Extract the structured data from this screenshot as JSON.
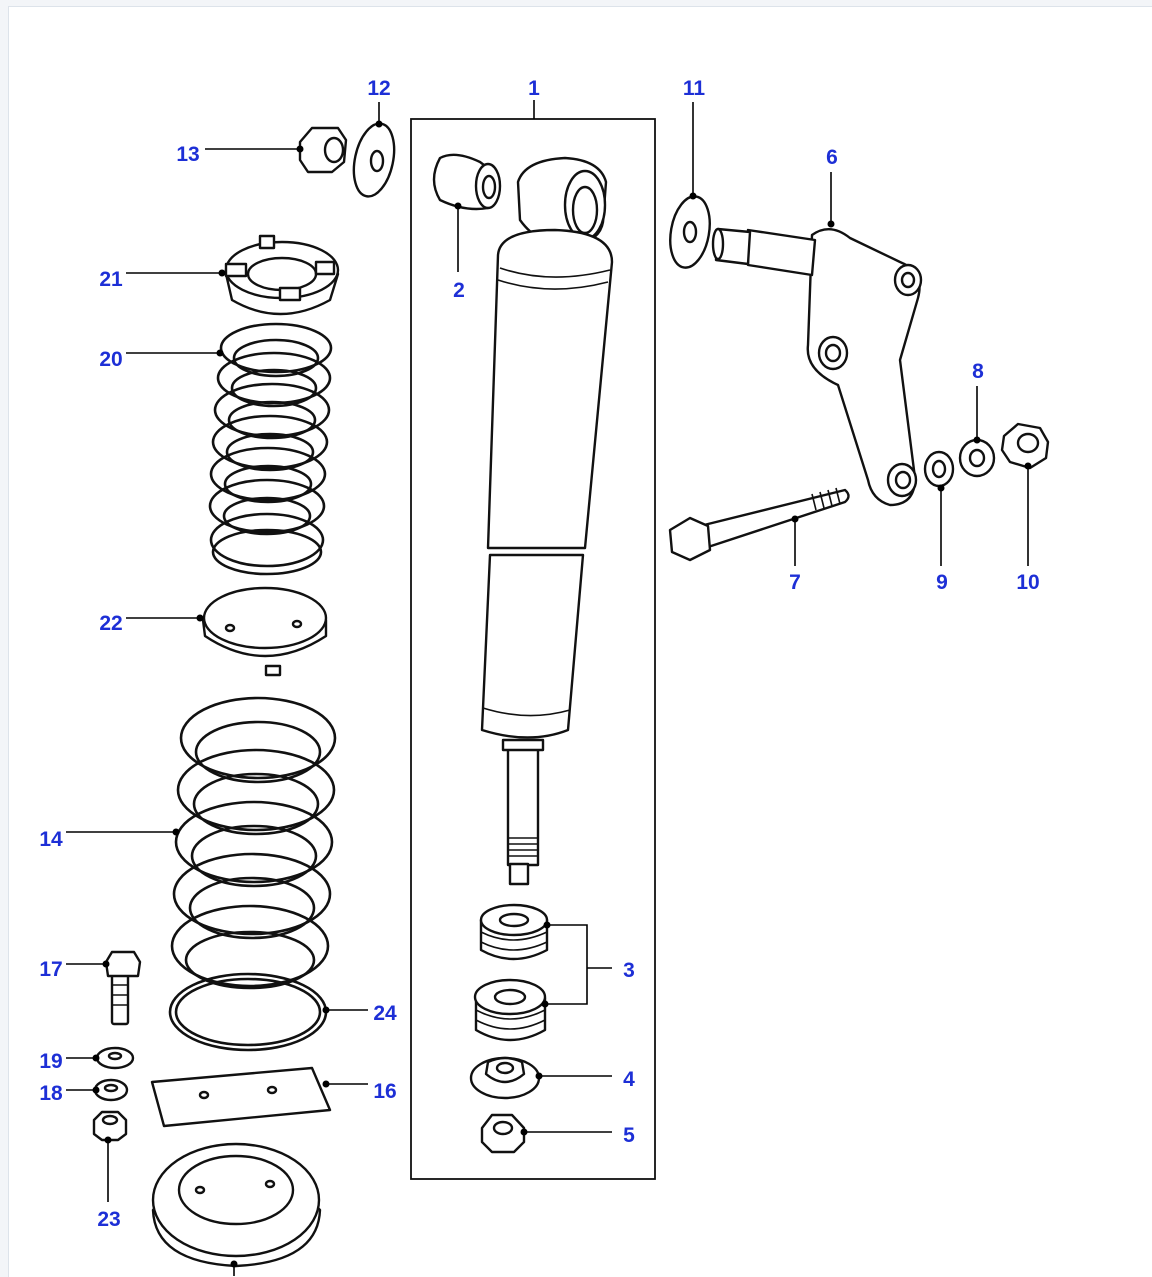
{
  "diagram": {
    "accent_color": "#1d2fd6",
    "callouts": [
      {
        "id": "c1",
        "label": "1"
      },
      {
        "id": "c2",
        "label": "2"
      },
      {
        "id": "c3",
        "label": "3"
      },
      {
        "id": "c4",
        "label": "4"
      },
      {
        "id": "c5",
        "label": "5"
      },
      {
        "id": "c6",
        "label": "6"
      },
      {
        "id": "c7",
        "label": "7"
      },
      {
        "id": "c8",
        "label": "8"
      },
      {
        "id": "c9",
        "label": "9"
      },
      {
        "id": "c10",
        "label": "10"
      },
      {
        "id": "c11",
        "label": "11"
      },
      {
        "id": "c12",
        "label": "12"
      },
      {
        "id": "c13",
        "label": "13"
      },
      {
        "id": "c14",
        "label": "14"
      },
      {
        "id": "c16",
        "label": "16"
      },
      {
        "id": "c17",
        "label": "17"
      },
      {
        "id": "c18",
        "label": "18"
      },
      {
        "id": "c19",
        "label": "19"
      },
      {
        "id": "c20",
        "label": "20"
      },
      {
        "id": "c21",
        "label": "21"
      },
      {
        "id": "c22",
        "label": "22"
      },
      {
        "id": "c23",
        "label": "23"
      },
      {
        "id": "c24",
        "label": "24"
      }
    ]
  }
}
